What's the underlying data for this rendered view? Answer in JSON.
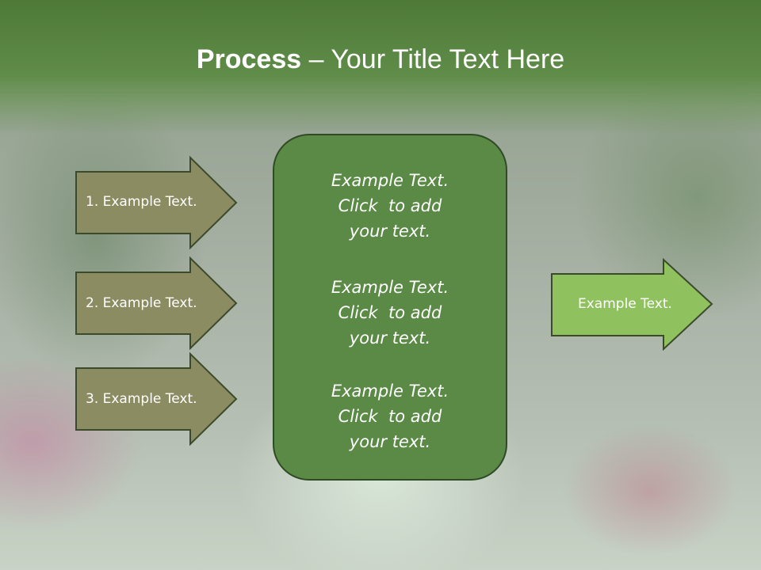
{
  "slide": {
    "title_bold": "Process",
    "title_rest": " – Your Title Text Here"
  },
  "left_arrows": [
    {
      "label": "1. Example Text."
    },
    {
      "label": "2. Example Text."
    },
    {
      "label": "3. Example Text."
    }
  ],
  "center_box": {
    "paragraphs": [
      {
        "line1": "Example Text.",
        "line2": "Click  to add",
        "line3": "your text."
      },
      {
        "line1": "Example Text.",
        "line2": "Click  to add",
        "line3": "your text."
      },
      {
        "line1": "Example Text.",
        "line2": "Click  to add",
        "line3": "your text."
      }
    ]
  },
  "right_arrow": {
    "label": "Example Text."
  },
  "colors": {
    "title_band": "#5a8a45",
    "left_arrow_fill": "#8c8c62",
    "center_box_fill": "#5a8a45",
    "right_arrow_fill": "#8fc25f",
    "outline": "#3b4a2b"
  }
}
